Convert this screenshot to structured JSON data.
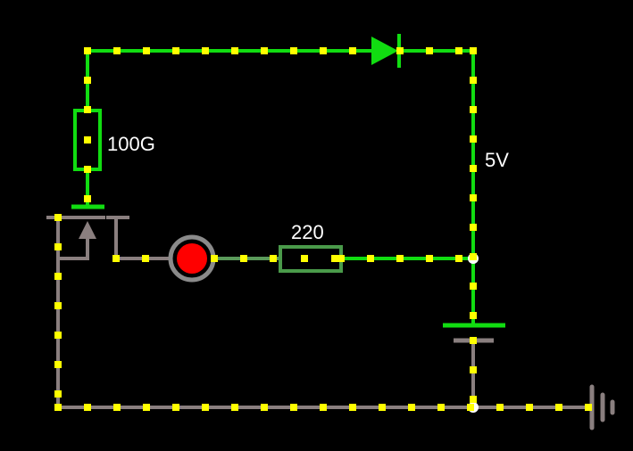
{
  "circuit": {
    "components": {
      "diode": {
        "type": "diode"
      },
      "resistor_top": {
        "type": "resistor",
        "value_label": "100G"
      },
      "resistor_mid": {
        "type": "resistor",
        "value_label": "220"
      },
      "battery": {
        "type": "battery",
        "value_label": "5V"
      },
      "led": {
        "type": "led",
        "color": "#ff0000"
      },
      "mosfet": {
        "type": "n-channel-mosfet"
      },
      "ground": {
        "type": "ground"
      }
    },
    "colors": {
      "background": "#000000",
      "wire_active": "#11dd11",
      "wire_inactive": "#8a7f7f",
      "current_dot": "#ffff00",
      "node": "#ffffff",
      "led_ring": "#8a8a8a",
      "led_fill": "#ff0000",
      "resistor_mid_outline": "#4a9a4a"
    }
  }
}
